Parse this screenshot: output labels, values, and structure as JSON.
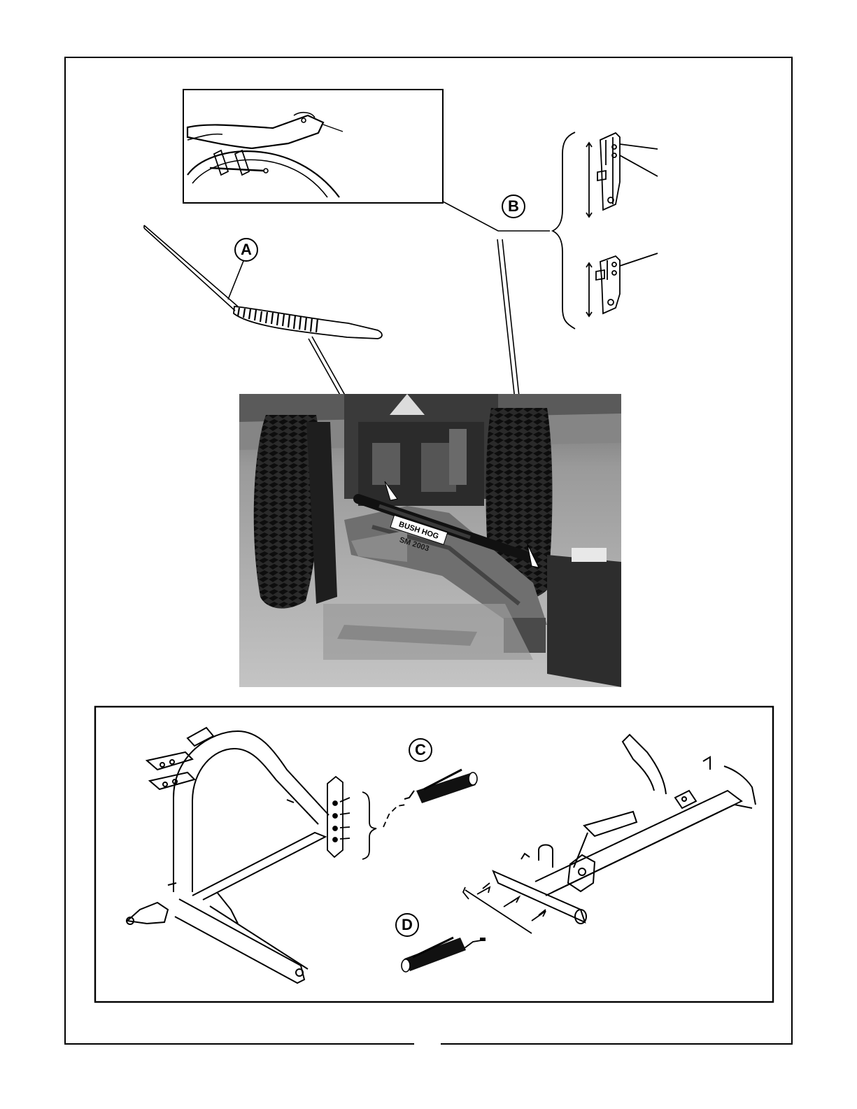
{
  "callouts": {
    "a": "A",
    "b": "B",
    "c": "C",
    "d": "D"
  },
  "photo": {
    "decal_brand": "BUSH HOG",
    "decal_model": "SM 2003"
  },
  "colors": {
    "ink": "#000000",
    "paper": "#ffffff",
    "photo_sky": "#7a7a7a",
    "photo_ground": "#b9b9b9"
  }
}
